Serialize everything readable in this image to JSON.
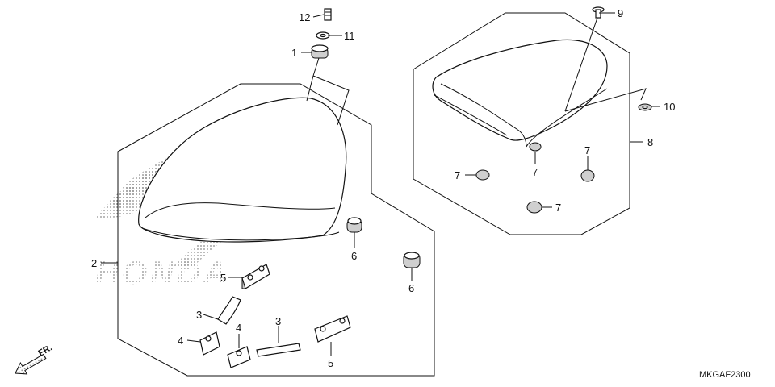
{
  "diagram": {
    "watermark_text": "HONDA",
    "code": "MKGAF2300",
    "direction_label": "FR.",
    "callouts": [
      {
        "id": "12",
        "text": "12"
      },
      {
        "id": "11",
        "text": "11"
      },
      {
        "id": "1",
        "text": "1"
      },
      {
        "id": "9",
        "text": "9"
      },
      {
        "id": "10",
        "text": "10"
      },
      {
        "id": "8",
        "text": "8"
      },
      {
        "id": "2",
        "text": "2"
      },
      {
        "id": "5a",
        "text": "5"
      },
      {
        "id": "5b",
        "text": "5"
      },
      {
        "id": "6a",
        "text": "6"
      },
      {
        "id": "6b",
        "text": "6"
      },
      {
        "id": "7a",
        "text": "7"
      },
      {
        "id": "7b",
        "text": "7"
      },
      {
        "id": "7c",
        "text": "7"
      },
      {
        "id": "7d",
        "text": "7"
      },
      {
        "id": "3a",
        "text": "3"
      },
      {
        "id": "3b",
        "text": "3"
      },
      {
        "id": "4a",
        "text": "4"
      },
      {
        "id": "4b",
        "text": "4"
      }
    ]
  }
}
